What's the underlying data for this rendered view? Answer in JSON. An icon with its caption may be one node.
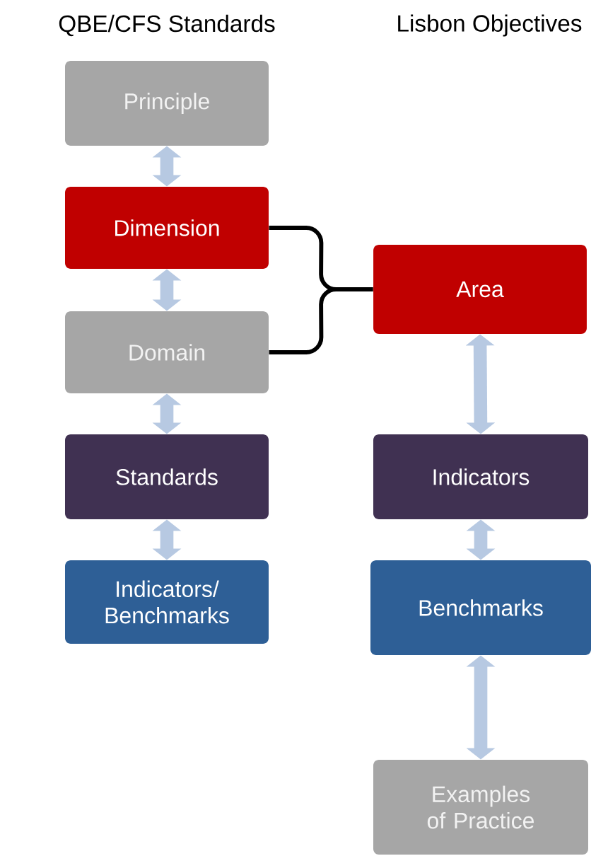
{
  "diagram": {
    "nodes": [
      {
        "text": [
          "Principle"
        ]
      },
      {
        "text": [
          "Dimension"
        ]
      },
      {
        "text": [
          "Domain"
        ]
      },
      {
        "text": [
          "Standards"
        ]
      },
      {
        "text": [
          "Indicators/ Benchmarks"
        ]
      },
      {
        "text": [
          "Area"
        ]
      },
      {
        "text": [
          "Indicators"
        ]
      },
      {
        "text": [
          "Benchmarks"
        ]
      },
      {
        "text": [
          "Examples of Practice"
        ]
      }
    ],
    "edges": [
      {
        "from": 0,
        "to": 1,
        "arrow": "both"
      },
      {
        "from": 1,
        "to": 2,
        "arrow": "both"
      },
      {
        "from": 2,
        "to": 3,
        "arrow": "both"
      },
      {
        "from": 3,
        "to": 4,
        "arrow": "both"
      },
      {
        "from": 1,
        "to": 5,
        "arrow": "none",
        "color": "#000000"
      },
      {
        "from": 2,
        "to": 5,
        "arrow": "none",
        "color": "#000000"
      },
      {
        "from": 5,
        "to": 6,
        "arrow": "both"
      },
      {
        "from": 6,
        "to": 7,
        "arrow": "both"
      },
      {
        "from": 7,
        "to": 8,
        "arrow": "both"
      }
    ],
    "labels": [
      "QBE/CFS Standards",
      "Lisbon Objectives"
    ]
  }
}
